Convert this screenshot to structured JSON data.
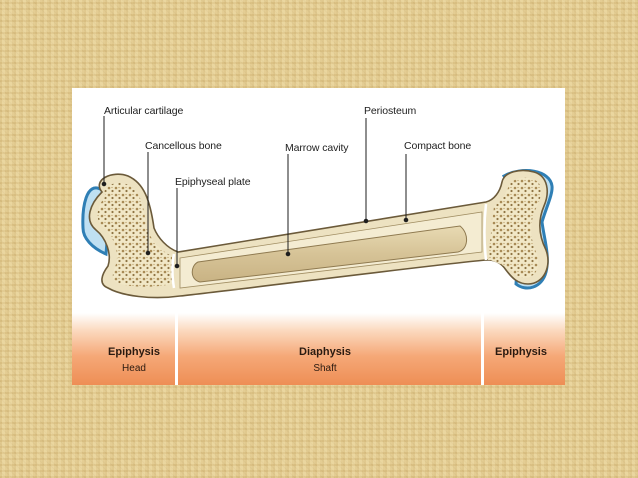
{
  "diagram": {
    "labels": {
      "articular_cartilage": "Articular cartilage",
      "cancellous_bone": "Cancellous bone",
      "epiphyseal_plate": "Epiphyseal plate",
      "marrow_cavity": "Marrow cavity",
      "periosteum": "Periosteum",
      "compact_bone": "Compact bone"
    },
    "regions": {
      "left": {
        "title": "Epiphysis",
        "subtitle": "Head"
      },
      "middle": {
        "title": "Diaphysis",
        "subtitle": "Shaft"
      },
      "right": {
        "title": "Epiphysis"
      }
    },
    "colors": {
      "background": "#e6cf94",
      "bone_fill": "#efe6c8",
      "cartilage": "#3a8cc0",
      "marrow": "#d8c79c",
      "region_band": "#f0935a"
    }
  }
}
